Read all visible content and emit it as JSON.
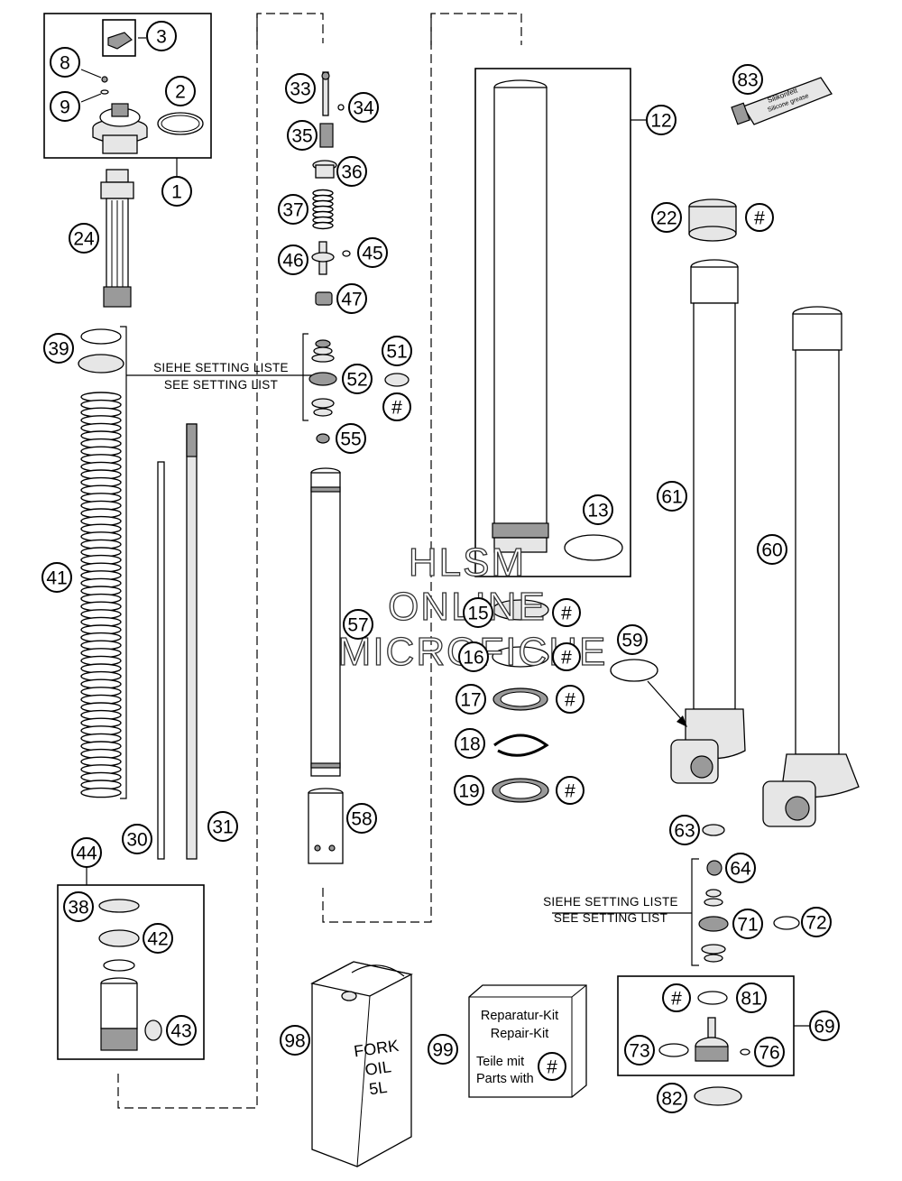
{
  "diagram": {
    "callouts": [
      "1",
      "2",
      "3",
      "8",
      "9",
      "12",
      "13",
      "15",
      "16",
      "17",
      "18",
      "19",
      "22",
      "24",
      "30",
      "31",
      "33",
      "34",
      "35",
      "36",
      "37",
      "38",
      "39",
      "41",
      "42",
      "43",
      "44",
      "45",
      "46",
      "47",
      "51",
      "52",
      "55",
      "57",
      "58",
      "59",
      "60",
      "61",
      "63",
      "64",
      "69",
      "71",
      "72",
      "73",
      "76",
      "81",
      "82",
      "83",
      "98",
      "99"
    ],
    "hash_symbol": "#",
    "setting_note_de": "SIEHE SETTING LISTE",
    "setting_note_en": "SEE SETTING LIST",
    "tube_label": [
      "Silikonfett",
      "Silicone grease"
    ],
    "oil_can_label": [
      "FORK",
      "OIL",
      "5L"
    ],
    "kit_box": {
      "line1": "Reparatur-Kit",
      "line2": "Repair-Kit",
      "line3": "Teile mit",
      "line4": "Parts with"
    },
    "watermark": [
      "HLSM",
      "ONLINE",
      "MICROFICHE"
    ]
  }
}
